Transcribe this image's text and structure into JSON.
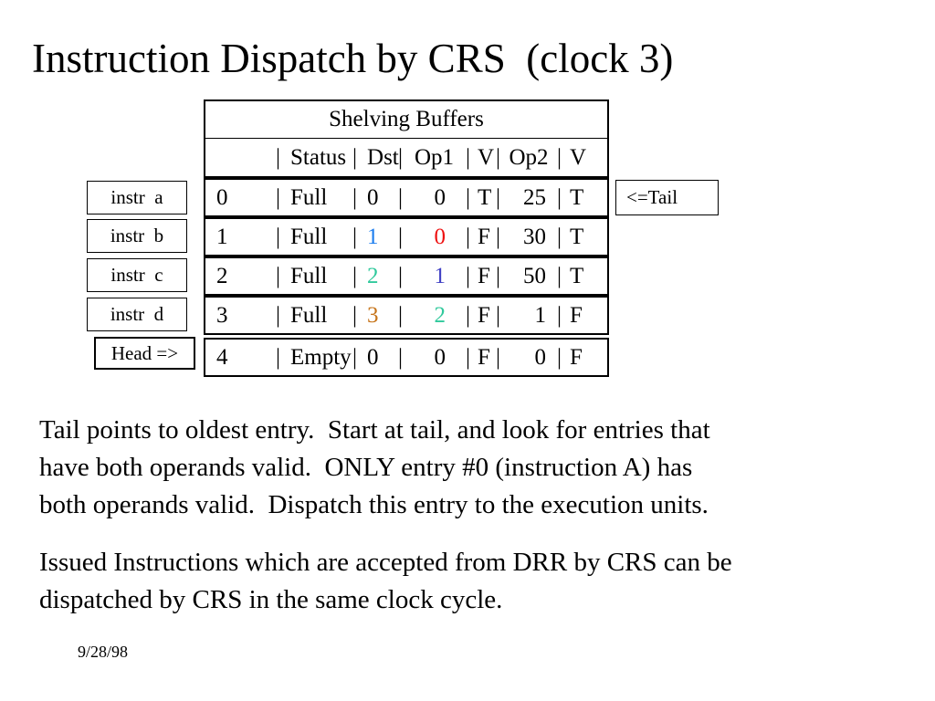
{
  "slide": {
    "title": "Instruction Dispatch by CRS  (clock 3)",
    "date": "9/28/98"
  },
  "table": {
    "title": "Shelving Buffers",
    "pipe": "|",
    "headers": {
      "status": "Status",
      "dst": "Dst",
      "op1": "Op1",
      "v1": "V",
      "op2": "Op2",
      "v2": "V"
    },
    "rows": [
      {
        "index": "0",
        "status": "Full",
        "dst": "0",
        "dst_color": "#000000",
        "op1": "0",
        "op1_color": "#000000",
        "v1": "T",
        "op2": "25",
        "v2": "T"
      },
      {
        "index": "1",
        "status": "Full",
        "dst": "1",
        "dst_color": "#1b7cee",
        "op1": "0",
        "op1_color": "#ee1010",
        "v1": "F",
        "op2": "30",
        "v2": "T"
      },
      {
        "index": "2",
        "status": "Full",
        "dst": "2",
        "dst_color": "#30c99c",
        "op1": "1",
        "op1_color": "#4040c4",
        "v1": "F",
        "op2": "50",
        "v2": "T"
      },
      {
        "index": "3",
        "status": "Full",
        "dst": "3",
        "dst_color": "#c6741a",
        "op1": "2",
        "op1_color": "#30c99c",
        "v1": "F",
        "op2": "1",
        "v2": "F"
      },
      {
        "index": "4",
        "status": "Empty",
        "dst": "0",
        "dst_color": "#000000",
        "op1": "0",
        "op1_color": "#000000",
        "v1": "F",
        "op2": "0",
        "v2": "F"
      }
    ]
  },
  "labels": {
    "instr_a": "instr  a",
    "instr_b": "instr  b",
    "instr_c": "instr  c",
    "instr_d": "instr  d",
    "head": "Head =>",
    "tail": "<=Tail"
  },
  "paragraphs": {
    "p1_lines": [
      "Tail points to oldest entry.  Start at tail, and look for entries that",
      "have both operands valid.  ONLY entry #0 (instruction A) has",
      "both operands valid.  Dispatch this entry to the execution units."
    ],
    "p2_lines": [
      "Issued Instructions which are accepted from DRR by CRS can be",
      "dispatched by CRS in the same clock cycle."
    ]
  }
}
